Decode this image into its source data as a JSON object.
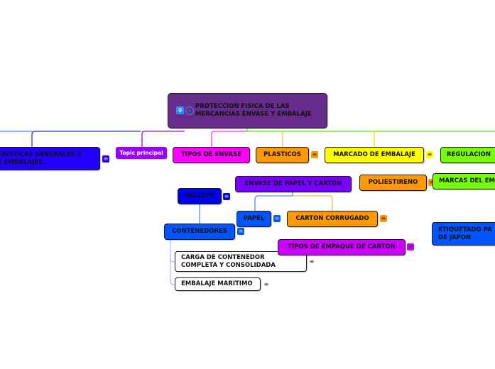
{
  "central": {
    "label": "PROTECCION FISICA DE LAS MERCANCIAS ENVASE Y EMBALAJE"
  },
  "icons": {
    "pin": "9",
    "check": "✓",
    "note": "≡"
  },
  "nodes": {
    "caracteristicas": "ERISTICAS GENERALES Y\nE EMBALAJES.",
    "topic_principal": "Topic principal",
    "tipos_envase": "TIPOS DE ENVASE",
    "plasticos": "PLASTICOS",
    "marcado": "MARCADO DE EMBALAJE",
    "regulacion": "REGULACION",
    "envase_papel": "ENVASE DE PAPEL Y CARTON",
    "poliestireno": "POLIESTIRENO",
    "marcas": "MARCAS DEL EM",
    "pallets": "PALLETS",
    "papel": "PAPEL",
    "carton_corrugado": "CARTON CORRUGADO",
    "contenedores": "CONTENEDORES",
    "tipos_empaque": "TIPOS DE EMPAQUE DE CARTON",
    "carga": "CARGA DE CONTENEDOR\nCOMPLETA Y CONSOLIDADA",
    "embalaje_maritimo": "EMBALAJE MARITIMO",
    "etiquetado": "ETIQUETADO PA\nDE JAPON"
  },
  "colors": {
    "central": "#672b8c",
    "blue_dark": "#2200ff",
    "purple": "#9900ff",
    "magenta": "#ff00ff",
    "orange": "#ff9900",
    "yellow": "#ffff00",
    "green": "#77ff00",
    "violet": "#7700ff",
    "blue": "#0000ff",
    "blue_mid": "#0055ff",
    "white": "#ffffff"
  }
}
